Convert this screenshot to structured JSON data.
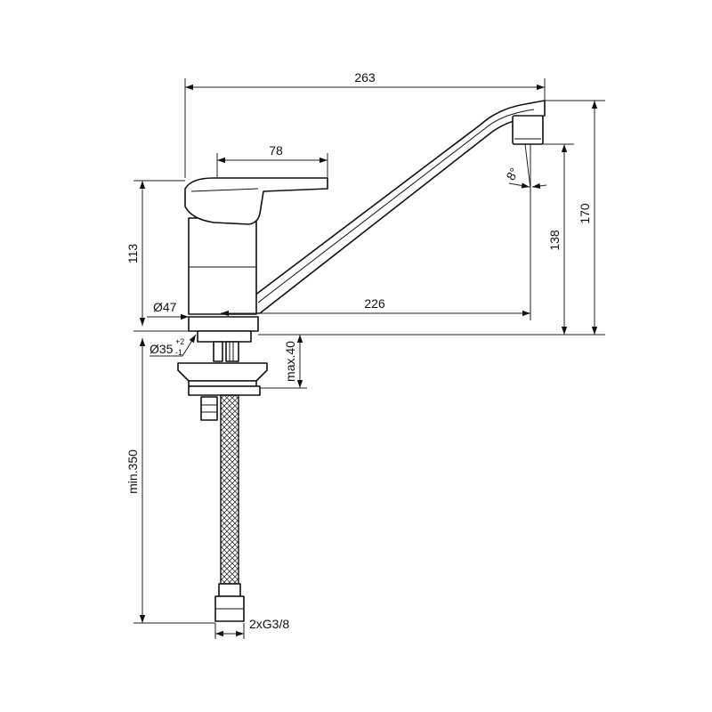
{
  "drawing": {
    "dimensions": {
      "overall_length": "263",
      "lever_length": "78",
      "body_height": "113",
      "spout_reach": "226",
      "aerator_height": "138",
      "overall_height": "170",
      "body_diameter": "Ø47",
      "hole_diameter": "Ø35",
      "hole_tolerance_upper": "+2",
      "hole_tolerance_lower": "-1",
      "max_deck_thickness": "max.40",
      "min_hose_length": "min.350",
      "connection": "2xG3/8",
      "spout_angle": "8°"
    }
  }
}
